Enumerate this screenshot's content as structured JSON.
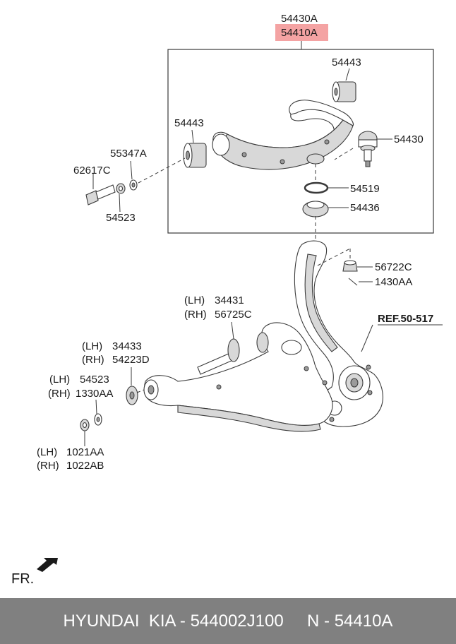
{
  "callouts": {
    "top1": "54430A",
    "top2": "54410A",
    "bushing_right": "54443",
    "bushing_left": "54443",
    "ball_joint": "54430",
    "washer": "55347A",
    "bolt": "62617C",
    "nut": "54523",
    "snap_ring": "54519",
    "boot": "54436",
    "castle_nut": "56722C",
    "cotter_pin": "1430AA",
    "ref": "REF.50-517",
    "bolt_lh_tag": "(LH)",
    "bolt_lh_num": "34431",
    "bolt_rh_tag": "(RH)",
    "bolt_rh_num": "56725C",
    "cam_lh_tag": "(LH)",
    "cam_lh_num": "34433",
    "cam_rh_tag": "(RH)",
    "cam_rh_num": "54223D",
    "camw_lh_tag": "(LH)",
    "camw_lh_num": "54523",
    "camw_rh_tag": "(RH)",
    "camw_rh_num": "1330AA",
    "nut_lh_tag": "(LH)",
    "nut_lh_num": "1021AA",
    "nut_rh_tag": "(RH)",
    "nut_rh_num": "1022AB",
    "front_mark": "FR."
  },
  "colors": {
    "highlight": "#f4a3a3",
    "footer_bg": "#808080",
    "footer_text": "#ffffff"
  },
  "footer": {
    "text": "HYUNDAI  KIA - 544002J100     N - 54410A"
  }
}
